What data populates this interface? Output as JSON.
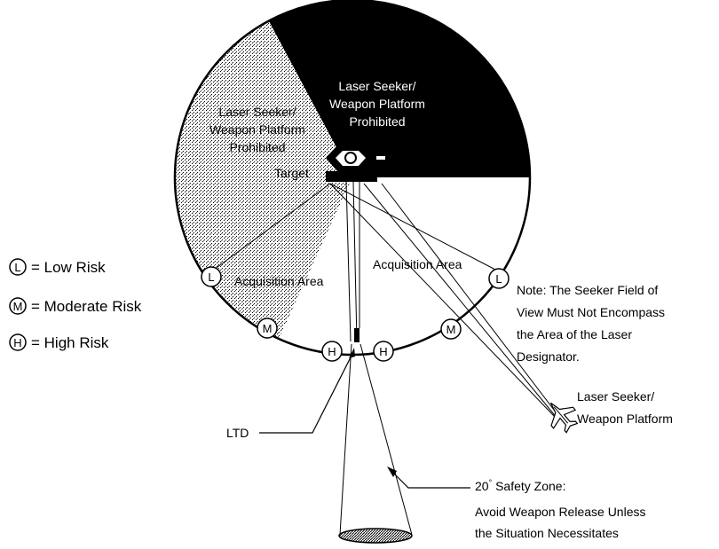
{
  "prohibited_dark": [
    "Laser Seeker/",
    "Weapon Platform",
    "Prohibited"
  ],
  "prohibited_stippled": [
    "Laser Seeker/",
    "Weapon Platform",
    "Prohibited"
  ],
  "target_label": "Target",
  "acquisition_left": "Acquisition Area",
  "acquisition_right": "Acquisition  Area",
  "legend": [
    {
      "letter": "L",
      "text": "= Low Risk"
    },
    {
      "letter": "M",
      "text": "= Moderate Risk"
    },
    {
      "letter": "H",
      "text": "= High Risk"
    }
  ],
  "note": [
    "Note: The Seeker Field of",
    "View Must Not Encompass",
    "the Area of the Laser",
    "Designator."
  ],
  "platform_label": [
    "Laser Seeker/",
    "Weapon Platform"
  ],
  "ltd_label": "LTD",
  "safety_zone": {
    "degree": "20",
    "degree_symbol": "°",
    "title": " Safety Zone:",
    "lines": [
      "Avoid Weapon Release Unless",
      "the Situation Necessitates"
    ]
  },
  "rim_markers": [
    "L",
    "M",
    "H",
    "H",
    "M",
    "L"
  ]
}
